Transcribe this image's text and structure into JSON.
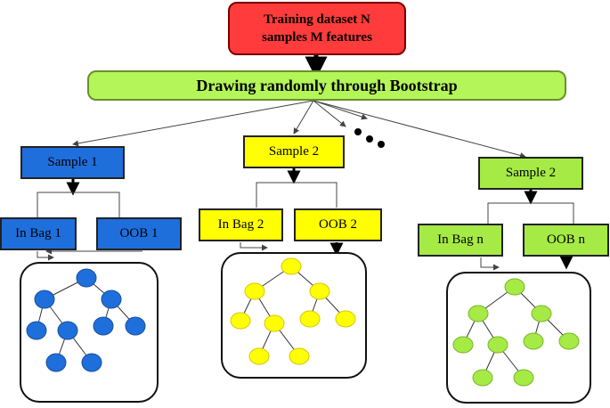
{
  "title": "Training dataset N samples M features",
  "title_lines": [
    "Training dataset N",
    "samples M features"
  ],
  "bootstrap": "Drawing randomly through Bootstrap",
  "groups": [
    {
      "sample": "Sample 1",
      "inbag": "In Bag 1",
      "oob": "OOB 1",
      "color": "#1e6fdc"
    },
    {
      "sample": "Sample 2",
      "inbag": "In Bag 2",
      "oob": "OOB 2",
      "color": "#ffff00"
    },
    {
      "sample": "Sample 2",
      "inbag": "In Bag n",
      "oob": "OOB n",
      "color": "#a6ea45"
    }
  ],
  "colors": {
    "title_fill": "#ff3b3b",
    "bootstrap_fill": "#b4f55a",
    "blue": "#1e6fdc",
    "yellow": "#ffff00",
    "green": "#a6ea45"
  }
}
